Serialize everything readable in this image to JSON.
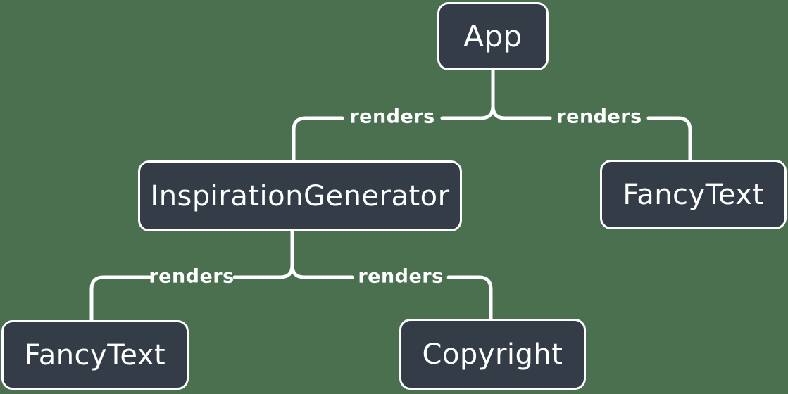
{
  "diagram": {
    "type": "component-render-tree",
    "colors": {
      "background": "#4A7050",
      "node": "#343C48",
      "line": "#ffffff",
      "text": "#ffffff"
    },
    "nodes": [
      {
        "id": "app",
        "label": "App"
      },
      {
        "id": "inspiration-generator",
        "label": "InspirationGenerator"
      },
      {
        "id": "fancy-text-top",
        "label": "FancyText"
      },
      {
        "id": "fancy-text-bottom",
        "label": "FancyText"
      },
      {
        "id": "copyright",
        "label": "Copyright"
      }
    ],
    "edges": [
      {
        "from": "App",
        "to": "InspirationGenerator",
        "label": "renders"
      },
      {
        "from": "App",
        "to": "FancyText",
        "label": "renders"
      },
      {
        "from": "InspirationGenerator",
        "to": "FancyText",
        "label": "renders"
      },
      {
        "from": "InspirationGenerator",
        "to": "Copyright",
        "label": "renders"
      }
    ]
  }
}
